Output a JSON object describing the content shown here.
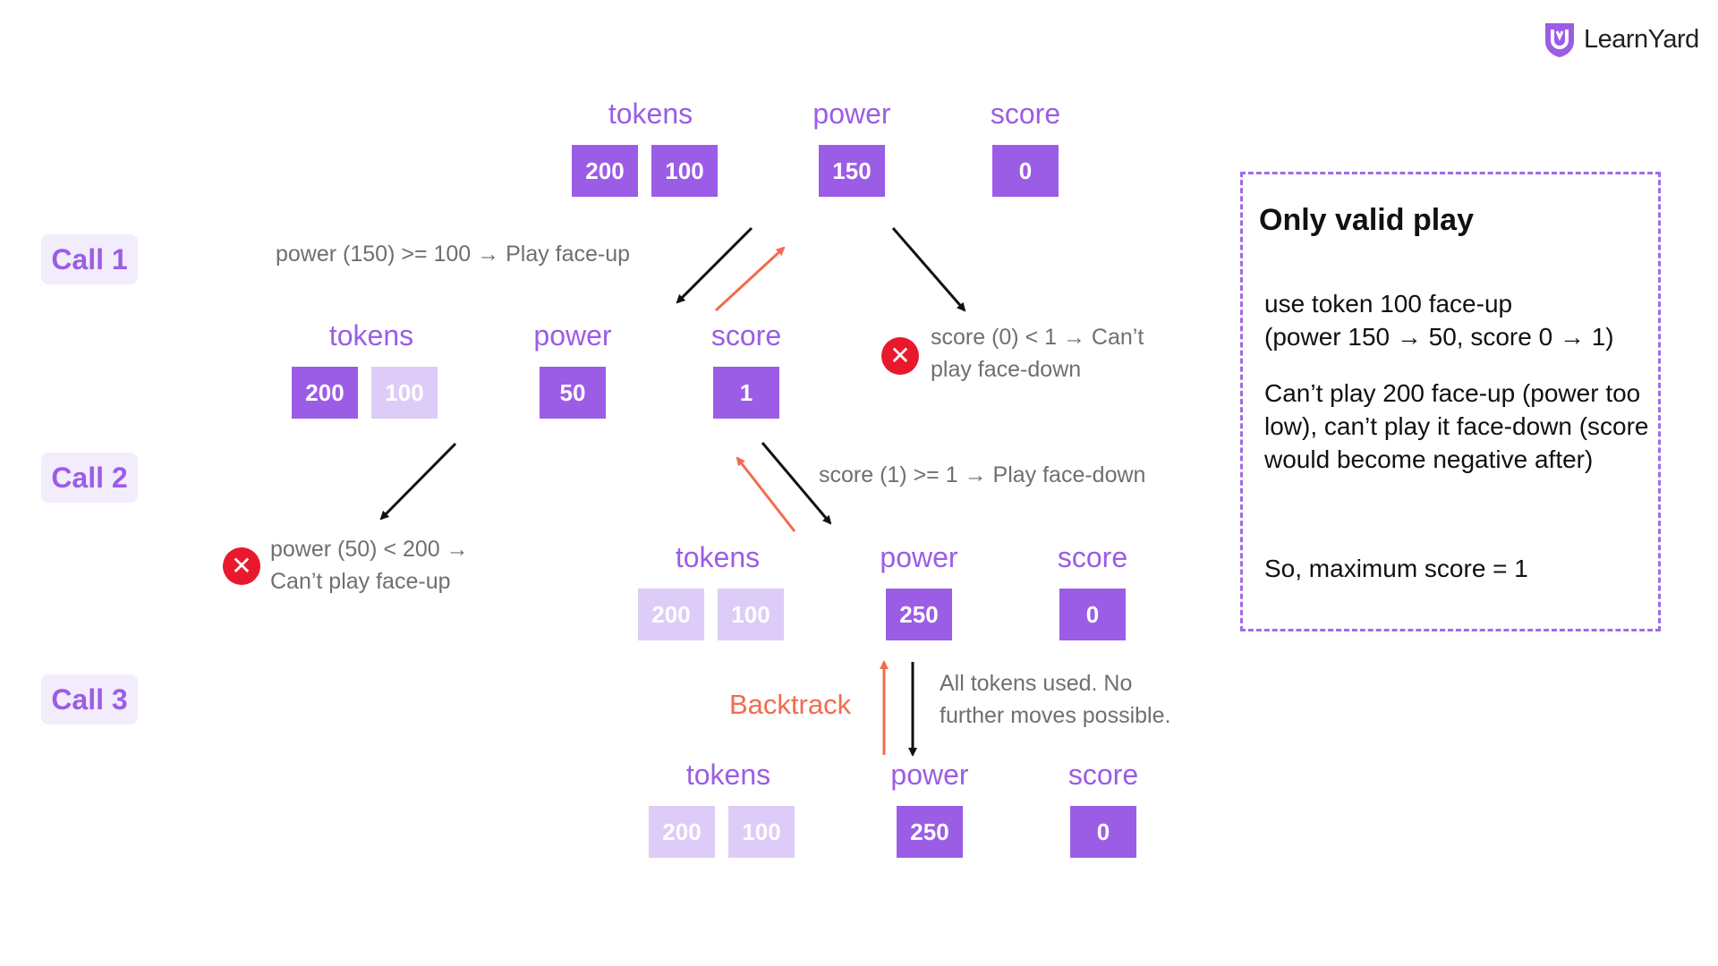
{
  "logo": {
    "name": "LearnYard"
  },
  "calls": [
    "Call 1",
    "Call 2",
    "Call 3"
  ],
  "headers": {
    "tokens": "tokens",
    "power": "power",
    "score": "score"
  },
  "states": [
    {
      "tokens": [
        {
          "value": "200",
          "used": false
        },
        {
          "value": "100",
          "used": false
        }
      ],
      "power": "150",
      "score": "0"
    },
    {
      "tokens": [
        {
          "value": "200",
          "used": false
        },
        {
          "value": "100",
          "used": true
        }
      ],
      "power": "50",
      "score": "1"
    },
    {
      "tokens": [
        {
          "value": "200",
          "used": true
        },
        {
          "value": "100",
          "used": true
        }
      ],
      "power": "250",
      "score": "0"
    },
    {
      "tokens": [
        {
          "value": "200",
          "used": true
        },
        {
          "value": "100",
          "used": true
        }
      ],
      "power": "250",
      "score": "0"
    }
  ],
  "annotations": {
    "call1_faceup": "power (150) >= 100 → Play face-up",
    "call1_facedown_line1": "score (0) < 1 → Can’t",
    "call1_facedown_line2": "play face-down",
    "call2_faceup_line1": "power (50) < 200 →",
    "call2_faceup_line2": "Can’t play face-up",
    "call2_facedown": "score (1) >= 1 → Play face-down",
    "call3_backtrack": "Backtrack",
    "call3_done_line1": "All tokens used. No",
    "call3_done_line2": "further moves possible."
  },
  "summary": {
    "title": "Only valid play",
    "p1_line1": "use token 100 face-up",
    "p1_line2": "(power 150 → 50, score 0 → 1)",
    "p2": "Can’t play 200 face-up (power too low), can’t play it face-down (score would become negative after)",
    "p3": "So, maximum score = 1"
  },
  "colors": {
    "accent": "#9B5DE5",
    "used_token": "#DDCCF7",
    "backtrack": "#F26B4F",
    "error": "#E8192C",
    "call_bg": "#F3ECFC"
  }
}
